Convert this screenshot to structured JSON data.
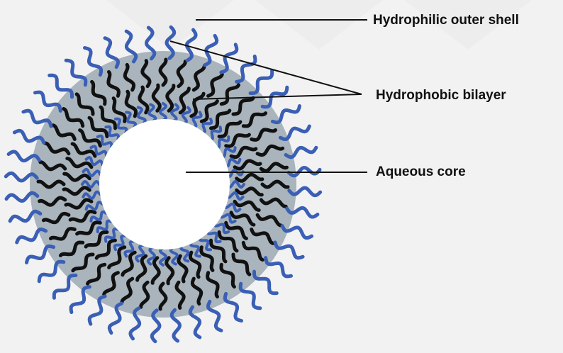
{
  "labels": {
    "outer_shell": "Hydrophilic outer shell",
    "bilayer": "Hydrophobic bilayer",
    "core": "Aqueous core"
  },
  "colors": {
    "background": "#f2f2f2",
    "shell_band": "#a9b4bc",
    "core": "#ffffff",
    "hydrophilic_heads": "#3a5fb5",
    "hydrophobic_tails": "#111111",
    "leader_lines": "#111111"
  }
}
